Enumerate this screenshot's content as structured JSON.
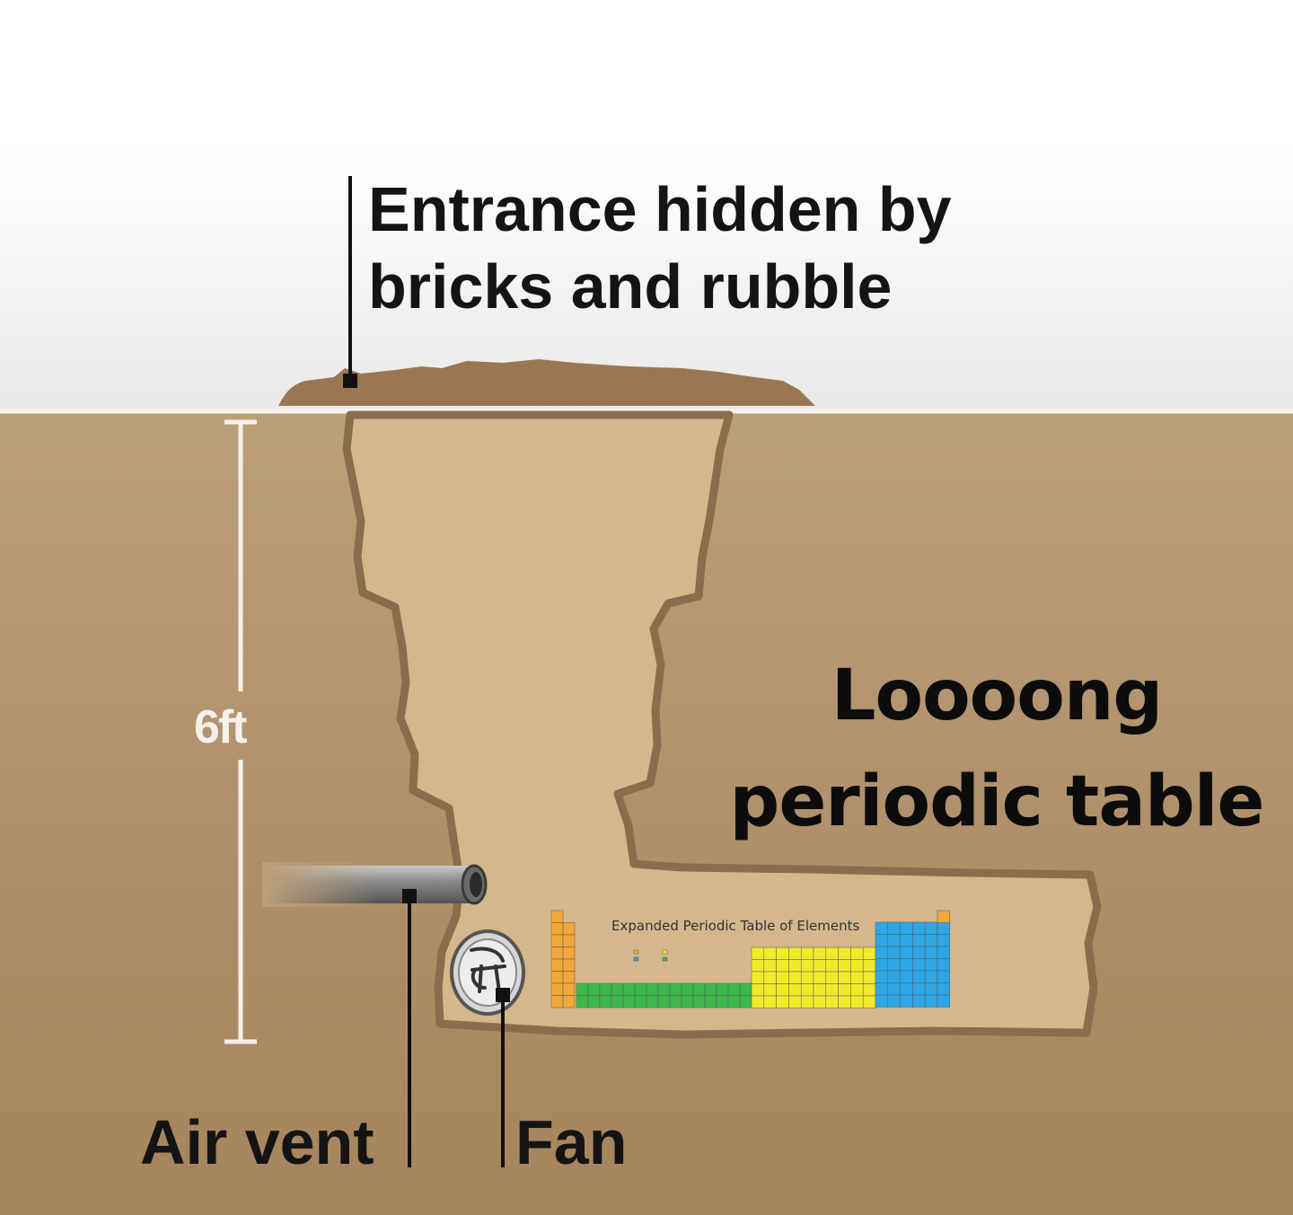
{
  "labels": {
    "entrance_line1": "Entrance hidden by",
    "entrance_line2": "bricks and rubble",
    "depth": "6ft",
    "long_line1": "Loooong",
    "long_line2": "periodic table",
    "air_vent": "Air vent",
    "fan": "Fan"
  },
  "periodic_table": {
    "title": "Expanded Periodic Table of Elements"
  },
  "colors": {
    "sky_top": "#ffffff",
    "sky_bottom": "#ececec",
    "soil_top": "#ba9e78",
    "soil_bottom": "#a6845e",
    "tunnel_fill": "#d4b78b",
    "tunnel_edge": "#8a6d4c",
    "rubble": "#9a7653",
    "pointer": "#111111",
    "s_block": "#f2a73a",
    "f_block": "#3cb84a",
    "d_block": "#f1ea2a",
    "p_block": "#2ea6e6"
  },
  "icons": {
    "fan": "fan-icon",
    "vent": "air-vent-pipe"
  }
}
